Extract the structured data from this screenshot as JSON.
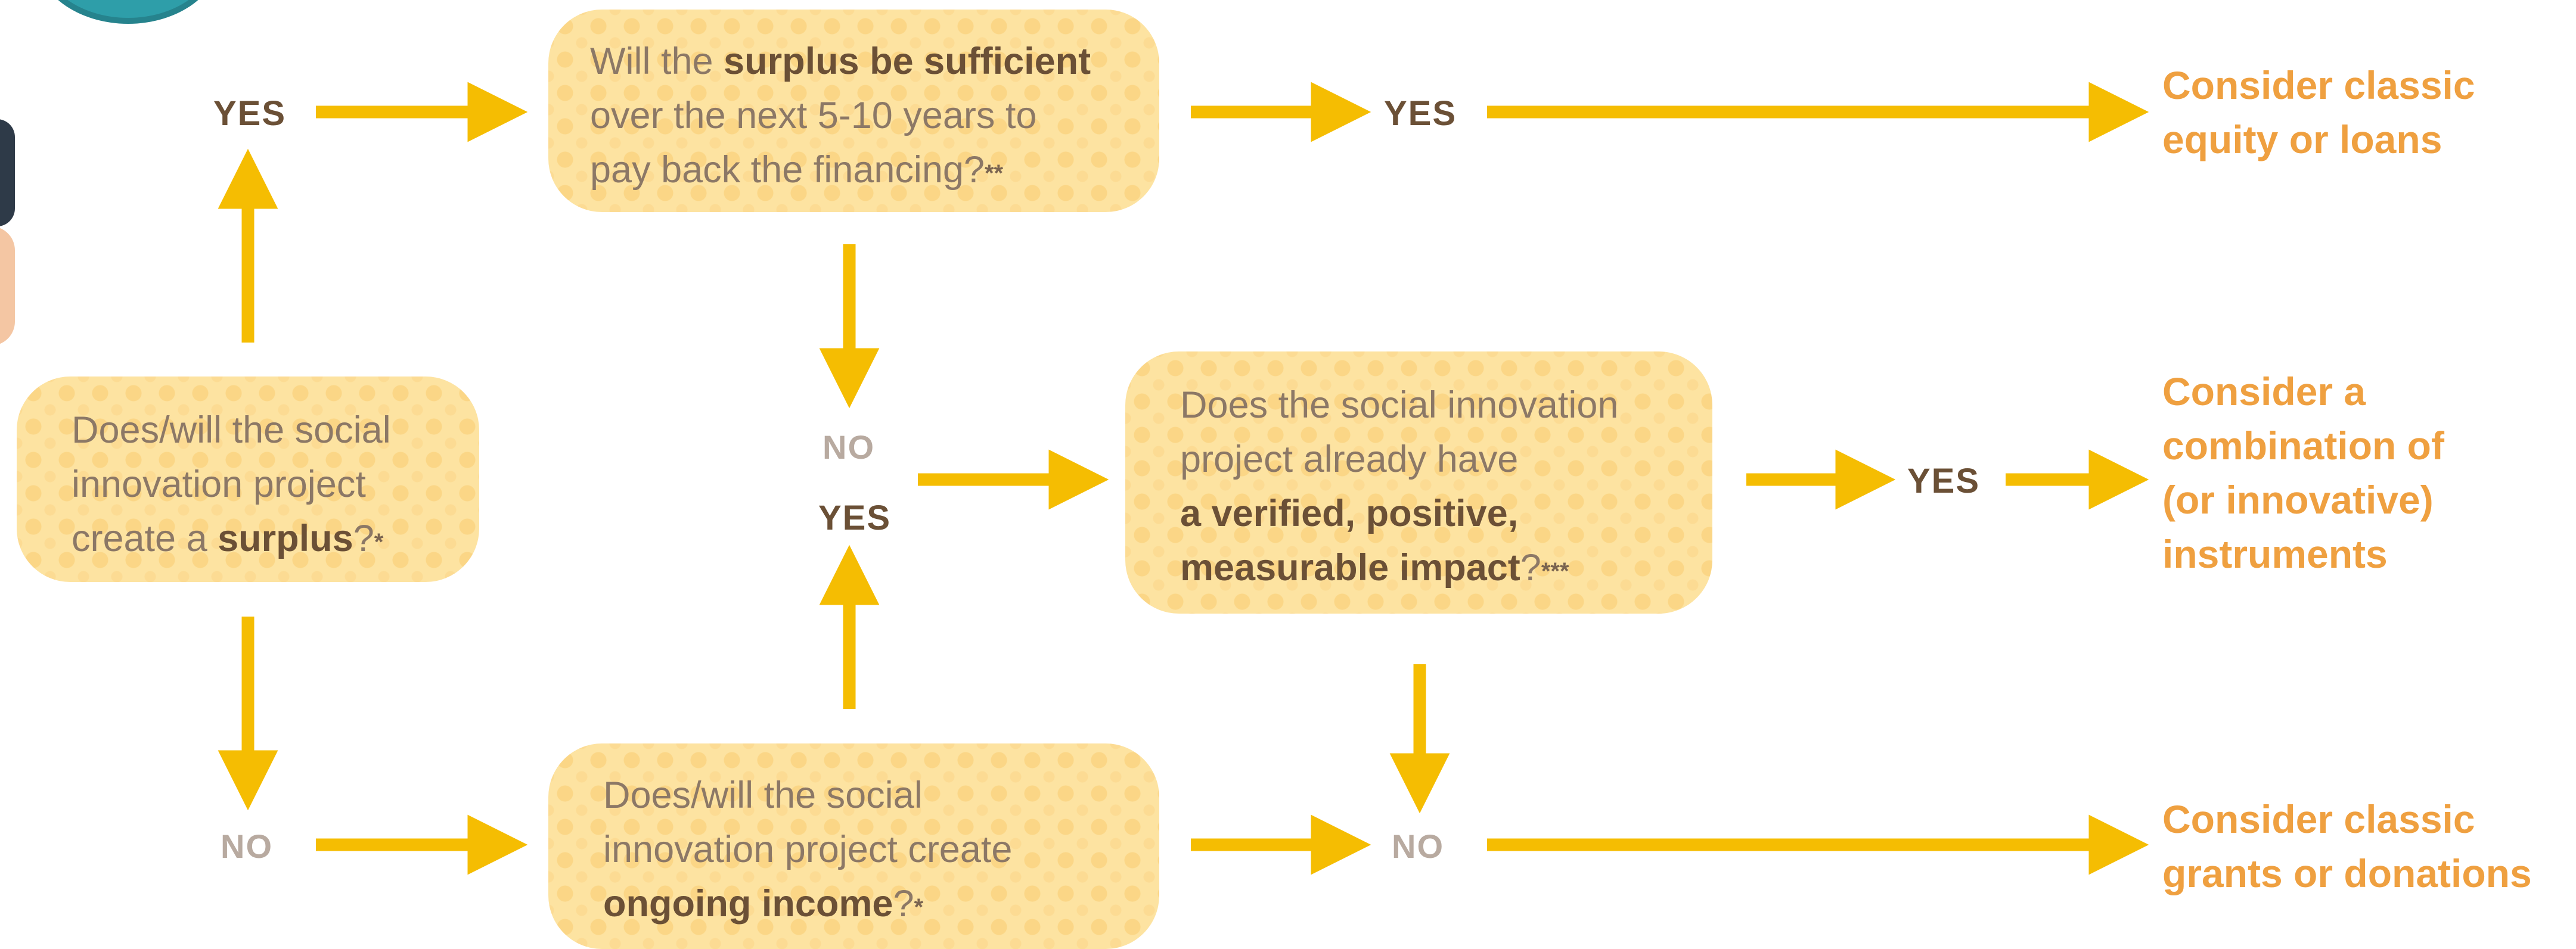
{
  "q_surplus": {
    "line1": "Does/will the social",
    "line2": "innovation project",
    "line3_pre": "create a ",
    "line3_bold": "surplus",
    "line3_post": "?",
    "asterisks": "*"
  },
  "q_sufficient": {
    "line1_pre": "Will the ",
    "line1_bold": "surplus be sufficient",
    "line2": "over the next 5-10 years to",
    "line3": "pay back the financing?",
    "asterisks": "**"
  },
  "q_impact": {
    "line1": "Does the social innovation",
    "line2": "project already have",
    "line3_bold": "a verified, positive,",
    "line4_bold": "measurable impact",
    "line4_post": "?",
    "asterisks": "***"
  },
  "q_income": {
    "line1": "Does/will the social",
    "line2": "innovation project create",
    "line3_bold": "ongoing income",
    "line3_post": "?",
    "asterisks": "*"
  },
  "labels": {
    "yes_top_left": "YES",
    "yes_top_right": "YES",
    "no_middle": "NO",
    "yes_middle": "YES",
    "yes_impact": "YES",
    "no_bottom_left": "NO",
    "no_bottom_right": "NO"
  },
  "outcomes": {
    "loans": [
      "Consider classic",
      "equity or loans"
    ],
    "combination": [
      "Consider a",
      "combination of",
      "(or innovative)",
      "instruments"
    ],
    "grants": [
      "Consider classic",
      "grants or donations"
    ]
  },
  "colors": {
    "arrow": "#f5bd02",
    "box_fill": "#fde3a1",
    "dark_text": "#6b5036",
    "body_text": "#8c7866",
    "no_text": "#b8aaa0",
    "outcome_text": "#efa040"
  }
}
